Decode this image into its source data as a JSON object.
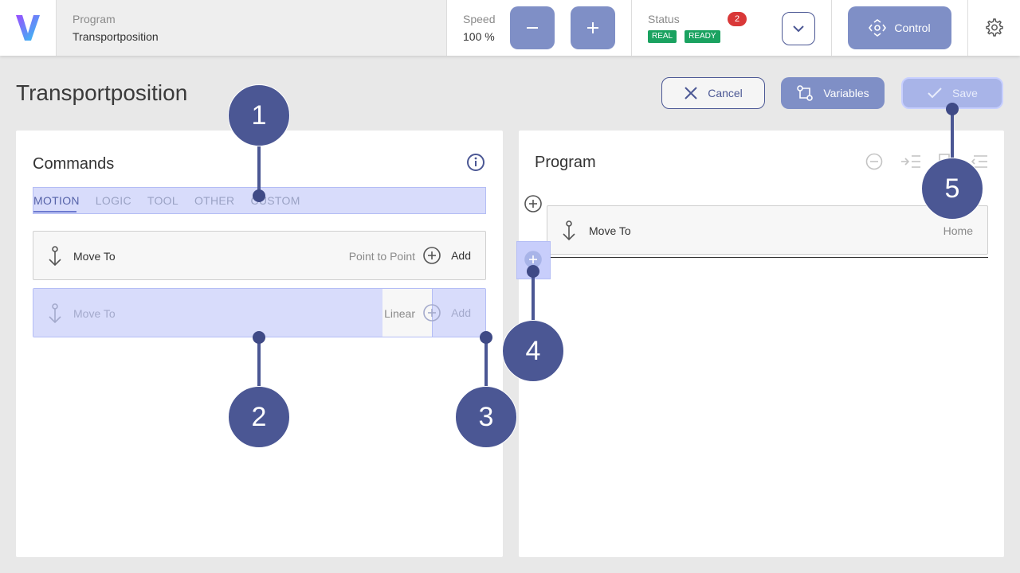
{
  "topbar": {
    "program_label": "Program",
    "program_value": "Transportposition",
    "speed_label": "Speed",
    "speed_value": "100 %",
    "status_label": "Status",
    "status_badges": [
      "REAL",
      "READY"
    ],
    "notification_count": "2",
    "control_label": "Control"
  },
  "header": {
    "title": "Transportposition",
    "cancel_label": "Cancel",
    "variables_label": "Variables",
    "save_label": "Save"
  },
  "commands": {
    "title": "Commands",
    "tabs": [
      "MOTION",
      "LOGIC",
      "TOOL",
      "OTHER",
      "CUSTOM"
    ],
    "items": [
      {
        "name": "Move To",
        "type": "Point to Point",
        "add": "Add"
      },
      {
        "name": "Move To",
        "type": "Linear",
        "add": "Add"
      }
    ]
  },
  "program": {
    "title": "Program",
    "items": [
      {
        "name": "Move To",
        "type": "Home"
      }
    ]
  },
  "callouts": [
    "1",
    "2",
    "3",
    "4",
    "5"
  ],
  "colors": {
    "accent": "#4b5794",
    "button": "#7f8fc6",
    "highlight": "#d8dcfb",
    "badge_green": "#1aa260",
    "notification_red": "#d93838"
  }
}
